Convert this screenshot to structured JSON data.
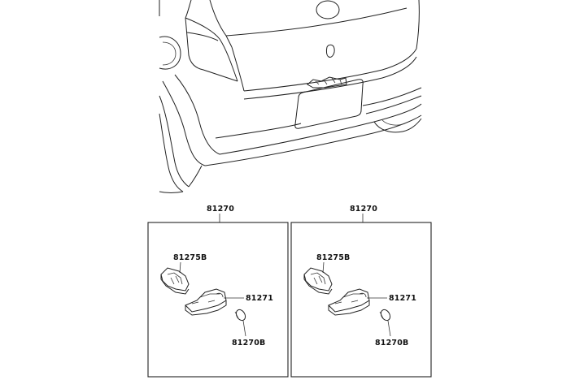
{
  "assemblies": [
    {
      "part_number": "81270",
      "components": {
        "socket": "81275B",
        "lamp_housing": "81271",
        "bulb": "81270B"
      }
    },
    {
      "part_number": "81270",
      "components": {
        "socket": "81275B",
        "lamp_housing": "81271",
        "bulb": "81270B"
      }
    }
  ]
}
